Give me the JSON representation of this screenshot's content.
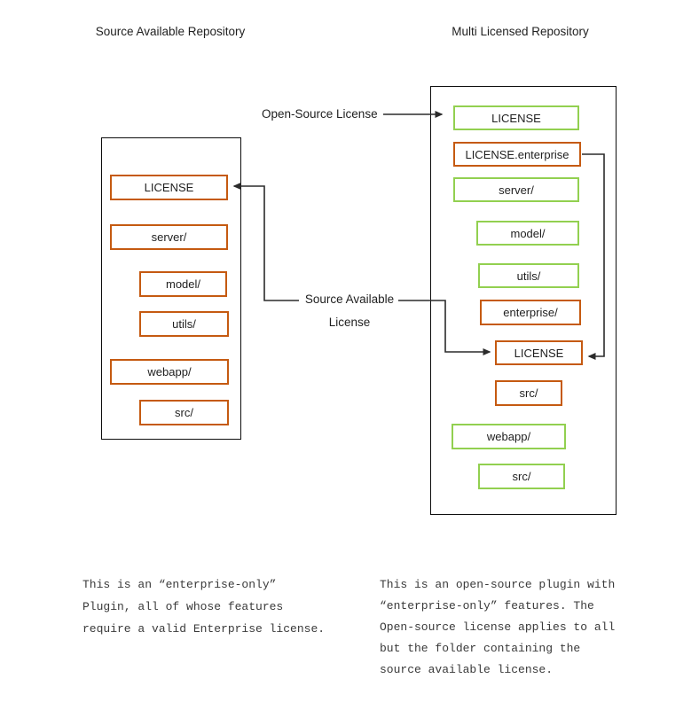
{
  "titles": {
    "left": "Source Available Repository",
    "right": "Multi Licensed Repository"
  },
  "colors": {
    "orange": "#c55a11",
    "green": "#92d050",
    "outline": "#0d0d0d",
    "line": "#2b2b2b"
  },
  "left_repo": {
    "items": [
      {
        "label": "LICENSE",
        "license": "source-available"
      },
      {
        "label": "server/",
        "license": "source-available"
      },
      {
        "label": "model/",
        "license": "source-available"
      },
      {
        "label": "utils/",
        "license": "source-available"
      },
      {
        "label": "webapp/",
        "license": "source-available"
      },
      {
        "label": "src/",
        "license": "source-available"
      }
    ]
  },
  "right_repo": {
    "items": [
      {
        "label": "LICENSE",
        "license": "open-source"
      },
      {
        "label": "LICENSE.enterprise",
        "license": "source-available"
      },
      {
        "label": "server/",
        "license": "open-source"
      },
      {
        "label": "model/",
        "license": "open-source"
      },
      {
        "label": "utils/",
        "license": "open-source"
      },
      {
        "label": "enterprise/",
        "license": "source-available"
      },
      {
        "label": "LICENSE",
        "license": "source-available"
      },
      {
        "label": "src/",
        "license": "source-available"
      },
      {
        "label": "webapp/",
        "license": "open-source"
      },
      {
        "label": "src/",
        "license": "open-source"
      }
    ]
  },
  "connector_labels": {
    "open_source": "Open-Source License",
    "source_available_line1": "Source Available",
    "source_available_line2": "License"
  },
  "notes": {
    "left_lines": [
      "This is an “enterprise-only”",
      "Plugin, all of whose features",
      "require a valid Enterprise license."
    ],
    "right_lines": [
      "This is an open-source plugin with",
      "“enterprise-only” features. The",
      "Open-source license applies to all",
      "but the folder containing the",
      "source available license."
    ]
  }
}
